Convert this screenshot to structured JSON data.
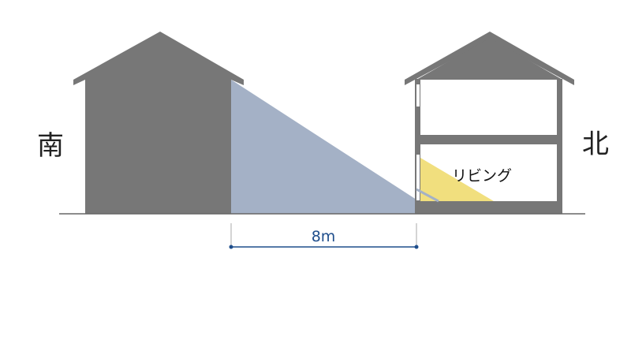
{
  "labels": {
    "south": "南",
    "north": "北",
    "room": "リビング",
    "distance": "8m"
  },
  "colors": {
    "house": "#777777",
    "shadow": "#a4b1c6",
    "sunlight": "#f1df7e",
    "dimension": "#1f4e8c",
    "ground": "#666666",
    "background": "#ffffff"
  }
}
